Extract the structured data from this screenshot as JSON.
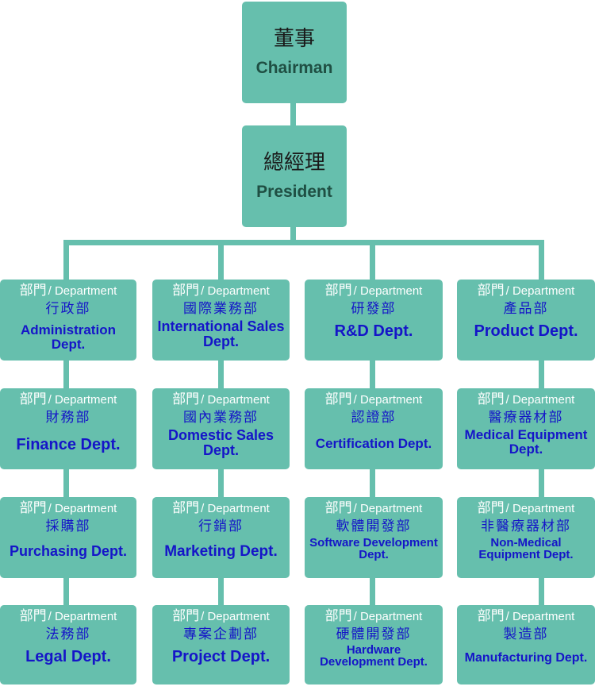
{
  "chairman": {
    "cn": "董事",
    "en": "Chairman"
  },
  "president": {
    "cn": "總經理",
    "en": "President"
  },
  "header": {
    "cn": "部門",
    "en": "/ Department"
  },
  "columns": [
    {
      "depts": [
        {
          "cn": "行政部",
          "en": "Administration Dept."
        },
        {
          "cn": "財務部",
          "en": "Finance Dept."
        },
        {
          "cn": "採購部",
          "en": "Purchasing Dept."
        },
        {
          "cn": "法務部",
          "en": "Legal Dept."
        }
      ]
    },
    {
      "depts": [
        {
          "cn": "國際業務部",
          "en": "International Sales Dept."
        },
        {
          "cn": "國內業務部",
          "en": "Domestic Sales Dept."
        },
        {
          "cn": "行銷部",
          "en": "Marketing Dept."
        },
        {
          "cn": "專案企劃部",
          "en": "Project Dept."
        }
      ]
    },
    {
      "depts": [
        {
          "cn": "研發部",
          "en": "R&D Dept."
        },
        {
          "cn": "認證部",
          "en": "Certification Dept."
        },
        {
          "cn": "軟體開發部",
          "en": "Software Development Dept."
        },
        {
          "cn": "硬體開發部",
          "en": "Hardware Development Dept."
        }
      ]
    },
    {
      "depts": [
        {
          "cn": "產品部",
          "en": "Product Dept."
        },
        {
          "cn": "醫療器材部",
          "en": "Medical Equipment Dept."
        },
        {
          "cn": "非醫療器材部",
          "en": "Non-Medical Equipment Dept."
        },
        {
          "cn": "製造部",
          "en": "Manufacturing Dept."
        }
      ]
    }
  ]
}
